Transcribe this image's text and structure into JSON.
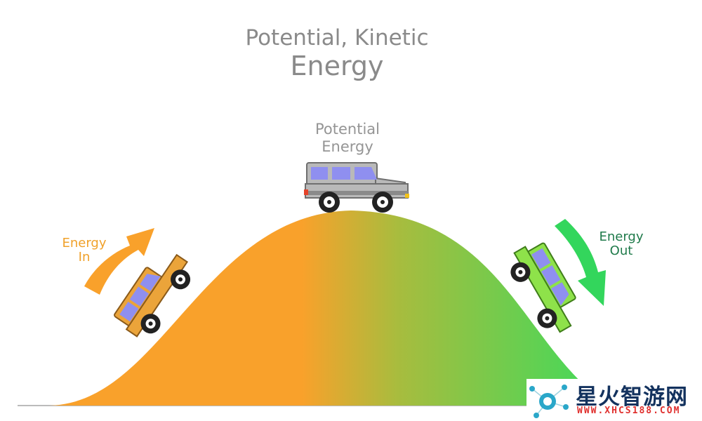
{
  "title": {
    "line1": "Potential, Kinetic",
    "line2": "Energy"
  },
  "labels": {
    "potential": [
      "Potential",
      "Energy"
    ],
    "energy_in": [
      "Energy",
      "In"
    ],
    "energy_out": [
      "Energy",
      "Out"
    ]
  },
  "watermark": {
    "name": "星火智游网",
    "url": "WWW.XHCS188.COM"
  },
  "colors": {
    "hill_left": "#f9a12b",
    "hill_right": "#3cdb5c",
    "arrow_in": "#f9a12b",
    "arrow_out": "#33d65c",
    "car_orange": "#eba43a",
    "car_gray": "#b9b9b9",
    "car_green": "#8ee24a",
    "window": "#8f8ff0"
  }
}
